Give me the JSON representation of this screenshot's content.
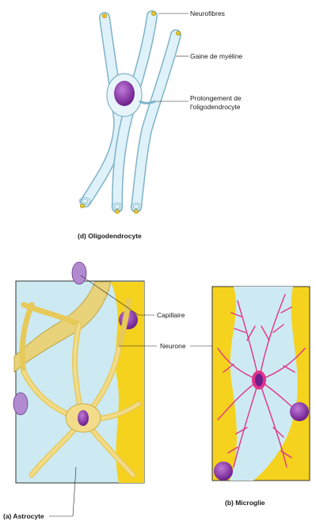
{
  "oligodendrocyte": {
    "caption": "(d) Oligodendrocyte",
    "labels": {
      "neurofibres": "Neurofibres",
      "myelin": "Gaine de myéline",
      "extension_line1": "Prolongement de",
      "extension_line2": "l'oligodendrocyte"
    }
  },
  "astrocyte": {
    "caption": "(a) Astrocyte",
    "labels": {
      "capillary": "Capillaire",
      "neuron": "Neurone"
    }
  },
  "microglia": {
    "caption": "(b) Microglie"
  },
  "colors": {
    "myelin": "#d6eef7",
    "nucleus": "#8b2fa8",
    "astrocyte": "#f2dc8a",
    "neuron_bg": "#f5d21e",
    "fluid": "#cdeaf2",
    "microglia": "#e0338a"
  }
}
